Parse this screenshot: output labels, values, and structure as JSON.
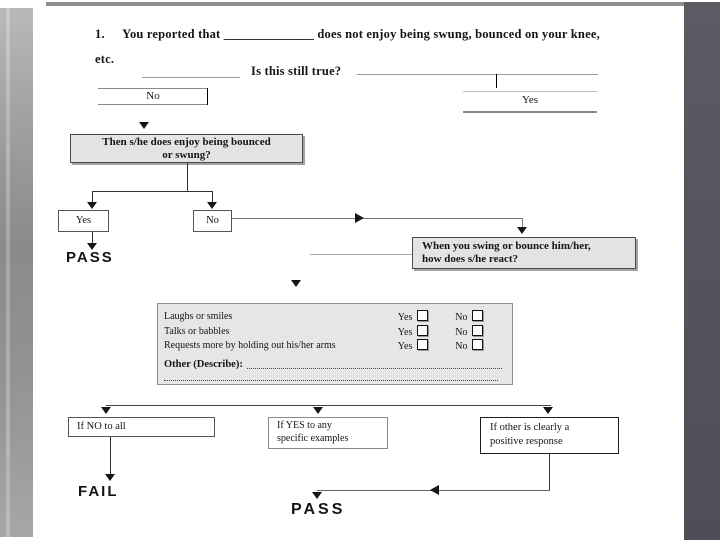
{
  "colors": {
    "right_bar": "#55525c",
    "left_bar": "#9a9a9a",
    "top_strip": "#8f8f8f",
    "shaded_box_fill": "#e3e3e3",
    "checklist_fill": "#e6e6e6",
    "connector_line": "#444444"
  },
  "question": {
    "number": "1.",
    "text": "You reported that ______________ does not enjoy being swung, bounced on your knee,",
    "text2": "etc."
  },
  "still_true": {
    "label": "Is this still true?",
    "no_label": "No",
    "yes_label": "Yes"
  },
  "then_box": {
    "line1": "Then s/he does enjoy being bounced",
    "line2": "or swung?"
  },
  "branch": {
    "yes_label": "Yes",
    "no_label": "No",
    "pass_label": "PASS"
  },
  "swing_box": {
    "line1": "When you swing or bounce him/her,",
    "line2": "how does s/he react?"
  },
  "checklist": {
    "rows": [
      {
        "label": "Laughs or smiles",
        "yes": "Yes",
        "no": "No"
      },
      {
        "label": "Talks or babbles",
        "yes": "Yes",
        "no": "No"
      },
      {
        "label": "Requests more by holding out his/her arms",
        "yes": "Yes",
        "no": "No"
      }
    ],
    "other_label": "Other (Describe):"
  },
  "outcomes": {
    "no_box": "If NO to all",
    "yes_box_line1": "If YES to any",
    "yes_box_line2": "specific examples",
    "other_box_line1": "If other is clearly a",
    "other_box_line2": "positive response",
    "fail_label": "FAIL",
    "pass_label": "PASS"
  }
}
